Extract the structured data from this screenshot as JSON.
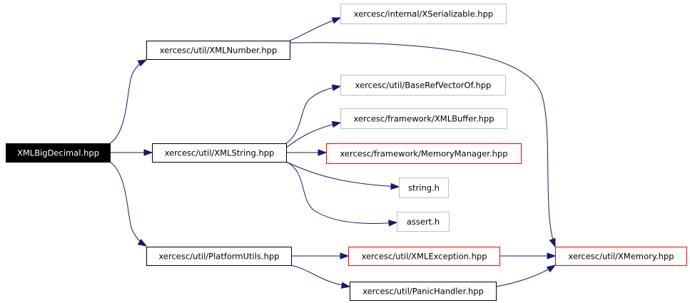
{
  "colors": {
    "edge": "#191970",
    "root_fill": "#000000",
    "root_text": "#ffffff",
    "documented_border": "#000000",
    "undocumented_border": "#bfbfbf",
    "truncated_border": "#ff0000",
    "text": "#000000"
  },
  "nodes": [
    {
      "id": "root",
      "label": "XMLBigDecimal.hpp",
      "kind": "root"
    },
    {
      "id": "xmlnumber",
      "label": "xercesc/util/XMLNumber.hpp",
      "kind": "documented"
    },
    {
      "id": "xserializable",
      "label": "xercesc/internal/XSerializable.hpp",
      "kind": "undocumented"
    },
    {
      "id": "baserefvectorof",
      "label": "xercesc/util/BaseRefVectorOf.hpp",
      "kind": "undocumented"
    },
    {
      "id": "xmlbuffer",
      "label": "xercesc/framework/XMLBuffer.hpp",
      "kind": "undocumented"
    },
    {
      "id": "xmlstring",
      "label": "xercesc/util/XMLString.hpp",
      "kind": "documented"
    },
    {
      "id": "memorymanager",
      "label": "xercesc/framework/MemoryManager.hpp",
      "kind": "truncated"
    },
    {
      "id": "stringh",
      "label": "string.h",
      "kind": "undocumented"
    },
    {
      "id": "asserth",
      "label": "assert.h",
      "kind": "undocumented"
    },
    {
      "id": "platformutils",
      "label": "xercesc/util/PlatformUtils.hpp",
      "kind": "documented"
    },
    {
      "id": "xmlexception",
      "label": "xercesc/util/XMLException.hpp",
      "kind": "truncated"
    },
    {
      "id": "xmemory",
      "label": "xercesc/util/XMemory.hpp",
      "kind": "truncated"
    },
    {
      "id": "panichandler",
      "label": "xercesc/util/PanicHandler.hpp",
      "kind": "documented"
    }
  ],
  "edges": [
    {
      "from": "root",
      "to": "xmlnumber"
    },
    {
      "from": "root",
      "to": "xmlstring"
    },
    {
      "from": "root",
      "to": "platformutils"
    },
    {
      "from": "xmlnumber",
      "to": "xserializable"
    },
    {
      "from": "xmlnumber",
      "to": "xmemory"
    },
    {
      "from": "xmlstring",
      "to": "baserefvectorof"
    },
    {
      "from": "xmlstring",
      "to": "xmlbuffer"
    },
    {
      "from": "xmlstring",
      "to": "memorymanager"
    },
    {
      "from": "xmlstring",
      "to": "stringh"
    },
    {
      "from": "xmlstring",
      "to": "asserth"
    },
    {
      "from": "platformutils",
      "to": "xmlexception"
    },
    {
      "from": "platformutils",
      "to": "panichandler"
    },
    {
      "from": "xmlexception",
      "to": "xmemory"
    },
    {
      "from": "panichandler",
      "to": "xmemory"
    }
  ]
}
